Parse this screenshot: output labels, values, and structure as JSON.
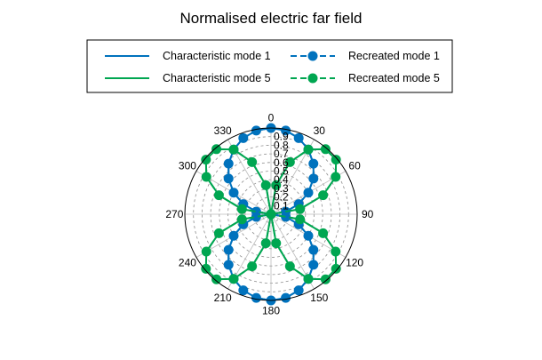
{
  "chart_data": {
    "type": "polar-line",
    "title": "Normalised electric far field",
    "angle_unit": "degrees",
    "angle_zero": "top",
    "angle_direction": "clockwise",
    "theta_ticks": [
      "0",
      "30",
      "60",
      "90",
      "120",
      "150",
      "180",
      "210",
      "240",
      "270",
      "300",
      "330"
    ],
    "r_ticks": [
      "0.1",
      "0.2",
      "0.3",
      "0.4",
      "0.5",
      "0.6",
      "0.7",
      "0.8",
      "0.9"
    ],
    "r_lim": [
      0,
      1
    ],
    "grid": true,
    "legend": {
      "placement": "top",
      "entries": [
        "Characteristic mode 1",
        "Characteristic mode 5",
        "Recreated mode 1",
        "Recreated mode 5"
      ]
    },
    "colors": {
      "mode1": "#0072bd",
      "mode5": "#00a651"
    },
    "series": [
      {
        "name": "Characteristic mode 1",
        "style": "solid",
        "theta": [
          0,
          10,
          20,
          30,
          40,
          50,
          60,
          70,
          80,
          90,
          100,
          110,
          120,
          130,
          140,
          150,
          160,
          170,
          180,
          190,
          200,
          210,
          220,
          230,
          240,
          250,
          260,
          270,
          280,
          290,
          300,
          310,
          320,
          330,
          340,
          350,
          360
        ],
        "r": [
          1.0,
          0.985,
          0.94,
          0.866,
          0.766,
          0.643,
          0.5,
          0.342,
          0.174,
          0.0,
          0.174,
          0.342,
          0.5,
          0.643,
          0.766,
          0.866,
          0.94,
          0.985,
          1.0,
          0.985,
          0.94,
          0.866,
          0.766,
          0.643,
          0.5,
          0.342,
          0.174,
          0.0,
          0.174,
          0.342,
          0.5,
          0.643,
          0.766,
          0.866,
          0.94,
          0.985,
          1.0
        ]
      },
      {
        "name": "Characteristic mode 5",
        "style": "solid",
        "theta": [
          0,
          10,
          20,
          30,
          40,
          50,
          60,
          70,
          80,
          90,
          100,
          110,
          120,
          130,
          140,
          150,
          160,
          170,
          180,
          190,
          200,
          210,
          220,
          230,
          240,
          250,
          260,
          270,
          280,
          290,
          300,
          310,
          320,
          330,
          340,
          350,
          360
        ],
        "r": [
          0.0,
          0.342,
          0.643,
          0.866,
          0.985,
          0.985,
          0.866,
          0.643,
          0.342,
          0.0,
          0.342,
          0.643,
          0.866,
          0.985,
          0.985,
          0.866,
          0.643,
          0.342,
          0.0,
          0.342,
          0.643,
          0.866,
          0.985,
          0.985,
          0.866,
          0.643,
          0.342,
          0.0,
          0.342,
          0.643,
          0.866,
          0.985,
          0.985,
          0.866,
          0.643,
          0.342,
          0.0
        ]
      },
      {
        "name": "Recreated mode 1",
        "style": "dashed-markers",
        "theta": [
          0,
          10,
          20,
          30,
          40,
          50,
          60,
          70,
          80,
          90,
          100,
          110,
          120,
          130,
          140,
          150,
          160,
          170,
          180,
          190,
          200,
          210,
          220,
          230,
          240,
          250,
          260,
          270,
          280,
          290,
          300,
          310,
          320,
          330,
          340,
          350
        ],
        "r": [
          1.0,
          0.985,
          0.94,
          0.866,
          0.766,
          0.643,
          0.5,
          0.342,
          0.174,
          0.0,
          0.174,
          0.342,
          0.5,
          0.643,
          0.766,
          0.866,
          0.94,
          0.985,
          1.0,
          0.985,
          0.94,
          0.866,
          0.766,
          0.643,
          0.5,
          0.342,
          0.174,
          0.0,
          0.174,
          0.342,
          0.5,
          0.643,
          0.766,
          0.866,
          0.94,
          0.985
        ]
      },
      {
        "name": "Recreated mode 5",
        "style": "dashed-markers",
        "theta": [
          0,
          10,
          20,
          30,
          40,
          50,
          60,
          70,
          80,
          90,
          100,
          110,
          120,
          130,
          140,
          150,
          160,
          170,
          180,
          190,
          200,
          210,
          220,
          230,
          240,
          250,
          260,
          270,
          280,
          290,
          300,
          310,
          320,
          330,
          340,
          350
        ],
        "r": [
          0.0,
          0.342,
          0.643,
          0.866,
          0.985,
          0.985,
          0.866,
          0.643,
          0.342,
          0.0,
          0.342,
          0.643,
          0.866,
          0.985,
          0.985,
          0.866,
          0.643,
          0.342,
          0.0,
          0.342,
          0.643,
          0.866,
          0.985,
          0.985,
          0.866,
          0.643,
          0.342,
          0.0,
          0.342,
          0.643,
          0.866,
          0.985,
          0.985,
          0.866,
          0.643,
          0.342
        ]
      }
    ]
  }
}
